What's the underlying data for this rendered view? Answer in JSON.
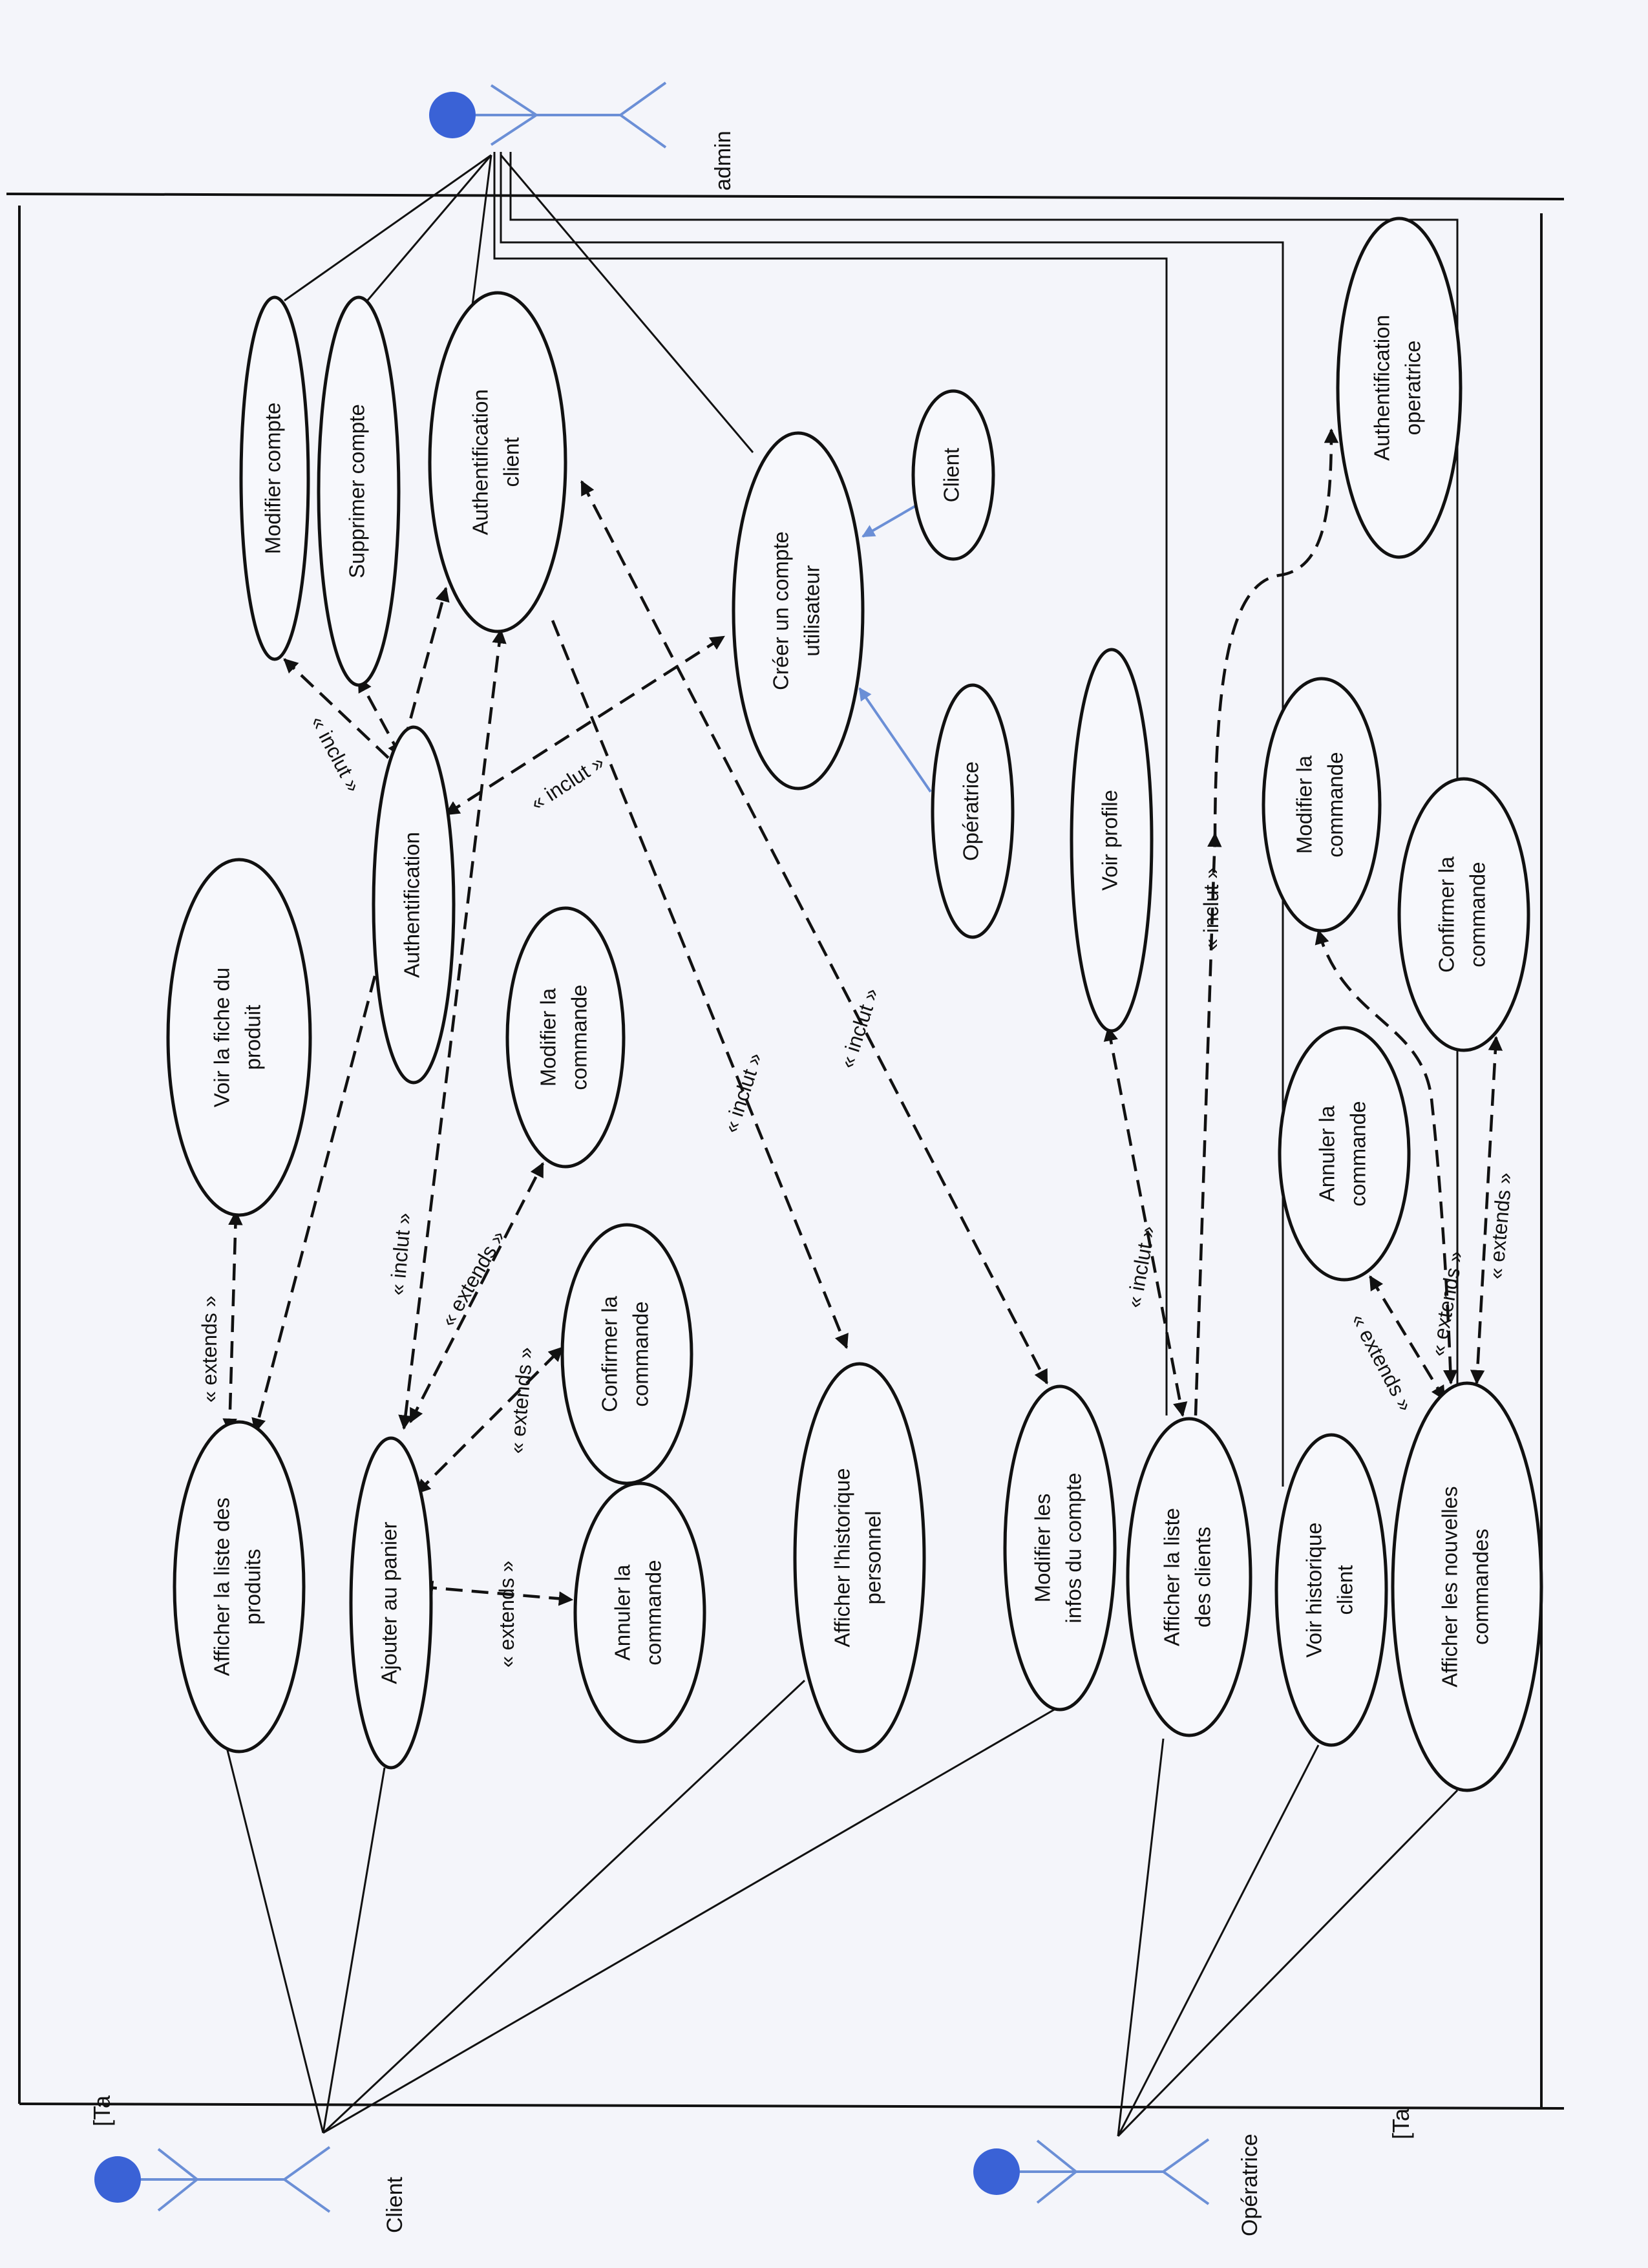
{
  "actors": {
    "admin": "admin",
    "client": "Client",
    "operatrice": "Opératrice"
  },
  "fragments": {
    "left": "[Ta",
    "right": "[Ta"
  },
  "use_cases": {
    "modifier_compte": [
      "Modifier compte"
    ],
    "supprimer_compte": [
      "Supprimer compte"
    ],
    "auth_client": [
      "Authentification",
      "client"
    ],
    "creer_compte": [
      "Créer un compte",
      "utilisateur"
    ],
    "client_box": [
      "Client"
    ],
    "operatrice_box": [
      "Opératrice"
    ],
    "auth_operatrice": [
      "Authentification",
      "operatrice"
    ],
    "voir_fiche": [
      "Voir la fiche du",
      "produit"
    ],
    "authentification": [
      "Authentification"
    ],
    "modifier_cmd_1": [
      "Modifier la",
      "commande"
    ],
    "voir_profile": [
      "Voir profile"
    ],
    "modifier_cmd_2": [
      "Modifier la",
      "commande"
    ],
    "confirmer_cmd_2": [
      "Confirmer la",
      "commande"
    ],
    "annuler_cmd_2": [
      "Annuler la",
      "commande"
    ],
    "confirmer_cmd_1": [
      "Confirmer la",
      "commande"
    ],
    "afficher_produits": [
      "Afficher la liste des",
      "produits"
    ],
    "ajouter_panier": [
      "Ajouter au panier"
    ],
    "annuler_cmd_1": [
      "Annuler la",
      "commande"
    ],
    "historique_perso": [
      "Afficher l'historique",
      "personnel"
    ],
    "modifier_infos": [
      "Modifier les",
      "infos du compte"
    ],
    "liste_clients": [
      "Afficher la liste",
      "des clients"
    ],
    "historique_client": [
      "Voir historique",
      "client"
    ],
    "nouvelles_cmd": [
      "Afficher les nouvelles",
      "commandes"
    ]
  },
  "relation_labels": {
    "inclut_1": "« inclut »",
    "inclut_2": "« inclut »",
    "inclut_3": "« inclut »",
    "inclut_4": "« inclut »",
    "inclut_5": "« inclut »",
    "inclut_6": "« inclut »",
    "inclut_7": "« inclut »",
    "extends_1": "« extends »",
    "extends_2": "« extends »",
    "extends_3": "« extends »",
    "extends_4": "« extends »",
    "extends_5": "« extends »",
    "extends_6": "« extends »",
    "extends_7": "« extends »"
  },
  "colors": {
    "actor_head": "#3a62d6",
    "actor_lines": "#6b8fd6",
    "ink": "#111111",
    "paper": "#f4f5fa"
  }
}
